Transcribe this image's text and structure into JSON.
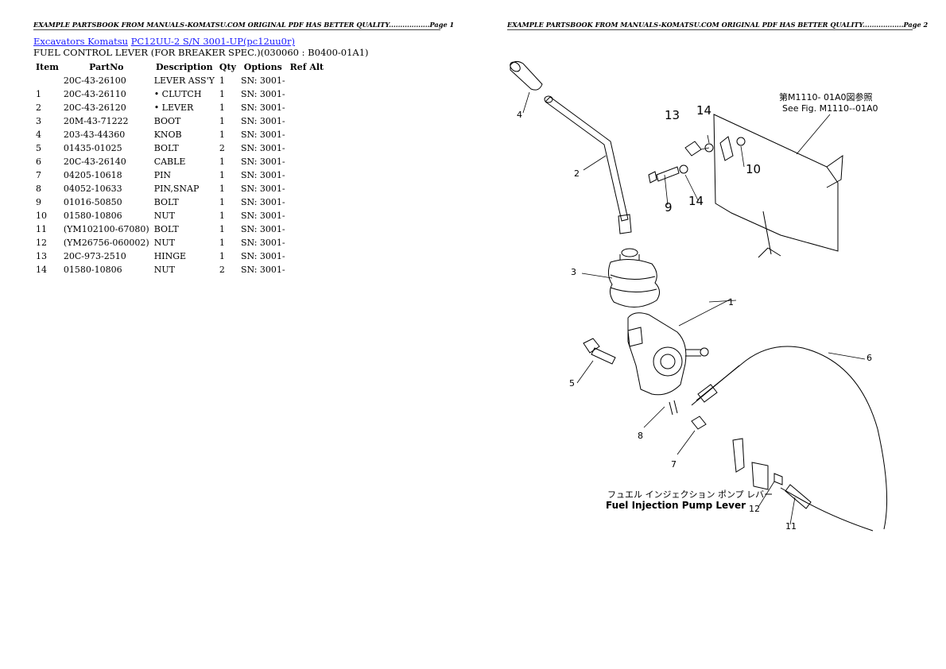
{
  "headers": {
    "page1": "EXAMPLE PARTSBOOK FROM MANUALS-KOMATSU.COM ORIGINAL PDF HAS BETTER QUALITY..................Page 1",
    "page2": "EXAMPLE PARTSBOOK FROM MANUALS-KOMATSU.COM ORIGINAL PDF HAS BETTER QUALITY..................Page 2"
  },
  "breadcrumb": {
    "link1": "Excavators Komatsu",
    "link2": "PC12UU-2 S/N 3001-UP(pc12uu0r)"
  },
  "subtitle": "FUEL CONTROL LEVER (FOR BREAKER SPEC.)(030060 : B0400-01A1)",
  "table": {
    "columns": [
      "Item",
      "PartNo",
      "Description",
      "Qty",
      "Options",
      "Ref Alt"
    ],
    "rows": [
      {
        "item": "",
        "partno": "20C-43-26100",
        "desc": "LEVER ASS'Y",
        "qty": "1",
        "opt": "SN: 3001-"
      },
      {
        "item": "1",
        "partno": "20C-43-26110",
        "desc": "• CLUTCH",
        "qty": "1",
        "opt": "SN: 3001-"
      },
      {
        "item": "2",
        "partno": "20C-43-26120",
        "desc": "• LEVER",
        "qty": "1",
        "opt": "SN: 3001-"
      },
      {
        "item": "3",
        "partno": "20M-43-71222",
        "desc": "BOOT",
        "qty": "1",
        "opt": "SN: 3001-"
      },
      {
        "item": "4",
        "partno": "203-43-44360",
        "desc": "KNOB",
        "qty": "1",
        "opt": "SN: 3001-"
      },
      {
        "item": "5",
        "partno": "01435-01025",
        "desc": "BOLT",
        "qty": "2",
        "opt": "SN: 3001-"
      },
      {
        "item": "6",
        "partno": "20C-43-26140",
        "desc": "CABLE",
        "qty": "1",
        "opt": "SN: 3001-"
      },
      {
        "item": "7",
        "partno": "04205-10618",
        "desc": "PIN",
        "qty": "1",
        "opt": "SN: 3001-"
      },
      {
        "item": "8",
        "partno": "04052-10633",
        "desc": "PIN,SNAP",
        "qty": "1",
        "opt": "SN: 3001-"
      },
      {
        "item": "9",
        "partno": "01016-50850",
        "desc": "BOLT",
        "qty": "1",
        "opt": "SN: 3001-"
      },
      {
        "item": "10",
        "partno": "01580-10806",
        "desc": "NUT",
        "qty": "1",
        "opt": "SN: 3001-"
      },
      {
        "item": "11",
        "partno": "(YM102100-67080)",
        "desc": "BOLT",
        "qty": "1",
        "opt": "SN: 3001-"
      },
      {
        "item": "12",
        "partno": "(YM26756-060002)",
        "desc": "NUT",
        "qty": "1",
        "opt": "SN: 3001-"
      },
      {
        "item": "13",
        "partno": "20C-973-2510",
        "desc": "HINGE",
        "qty": "1",
        "opt": "SN: 3001-"
      },
      {
        "item": "14",
        "partno": "01580-10806",
        "desc": "NUT",
        "qty": "2",
        "opt": "SN: 3001-"
      }
    ]
  },
  "diagram": {
    "callouts": {
      "c1": "1",
      "c2": "2",
      "c3": "3",
      "c4": "4",
      "c5": "5",
      "c6": "6",
      "c7": "7",
      "c8": "8",
      "c9": "9",
      "c10": "10",
      "c11": "11",
      "c12": "12",
      "c13": "13",
      "c14a": "14",
      "c14b": "14"
    },
    "ref_note_jp": "第M1110- 01A0図参照",
    "ref_note_en": "See Fig. M1110--01A0",
    "caption_jp": "フュエル インジェクション ポンプ レバー",
    "caption_en": "Fuel Injection Pump Lever"
  }
}
